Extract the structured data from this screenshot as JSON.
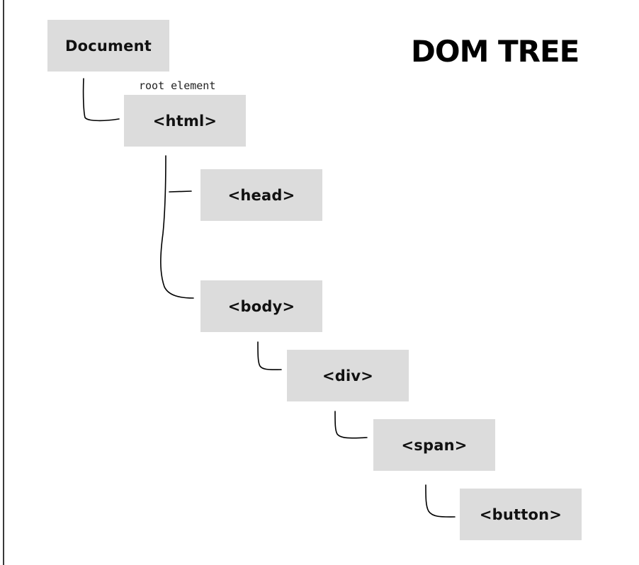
{
  "title": "DOM TREE",
  "annotation": "root element",
  "nodes": {
    "document": "Document",
    "html": "<html>",
    "head": "<head>",
    "body": "<body>",
    "div": "<div>",
    "span": "<span>",
    "button": "<button>"
  },
  "colors": {
    "node_fill": "#dcdcdc",
    "connector": "#000000",
    "text": "#111111"
  }
}
